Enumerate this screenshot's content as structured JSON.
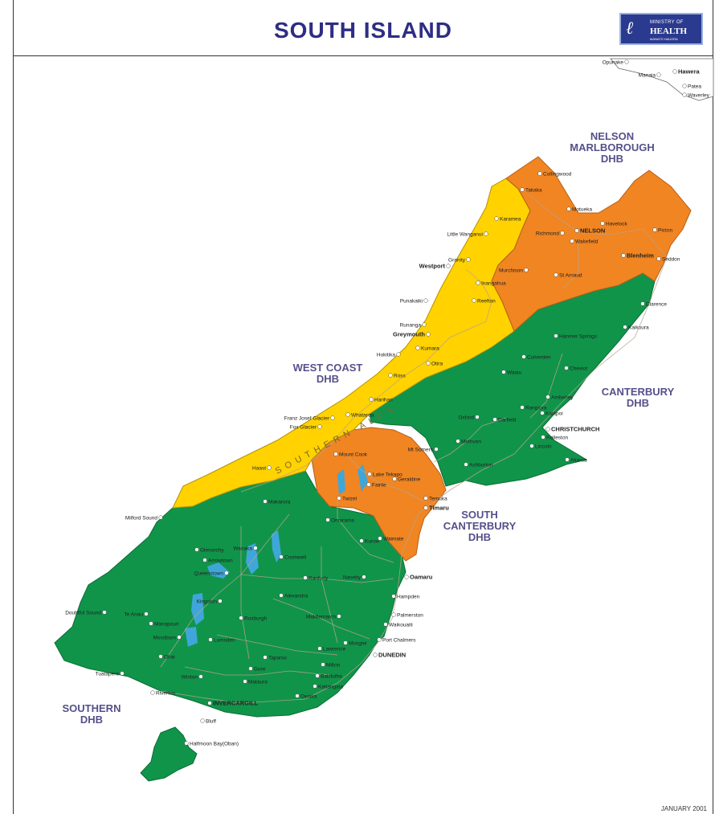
{
  "header": {
    "title": "SOUTH ISLAND",
    "logo": {
      "line1": "MINISTRY OF",
      "line2": "HEALTH",
      "line3": "MANATŪ HAUORA"
    }
  },
  "regions": [
    {
      "id": "nelson",
      "label_lines": [
        "NELSON",
        "MARLBOROUGH",
        "DHB"
      ],
      "color": "#f08522"
    },
    {
      "id": "westcoast",
      "label_lines": [
        "WEST COAST",
        "DHB"
      ],
      "color": "#ffd200"
    },
    {
      "id": "canterbury",
      "label_lines": [
        "CANTERBURY",
        "DHB"
      ],
      "color": "#10944a"
    },
    {
      "id": "southcanterbury",
      "label_lines": [
        "SOUTH",
        "CANTERBURY",
        "DHB"
      ],
      "color": "#f08522"
    },
    {
      "id": "southern",
      "label_lines": [
        "SOUTHERN",
        "DHB"
      ],
      "color": "#10944a"
    }
  ],
  "towns": {
    "collingwood": "Collingwood",
    "takaka": "Takaka",
    "motueka": "Motueka",
    "karamea": "Karamea",
    "little_wanganui": "Little Wanganui",
    "havelock": "Havelock",
    "picton": "Picton",
    "nelson": "NELSON",
    "richmond": "Richmond",
    "wakefield": "Wakefield",
    "granity": "Granity",
    "westport": "Westport",
    "blenheim": "Blenheim",
    "seddon": "Seddon",
    "murchison": "Murchison",
    "st_arnaud": "St Arnaud",
    "inangahua": "Inangahua",
    "punakaiki": "Punakaiki",
    "reefton": "Reefton",
    "clarence": "Clarence",
    "runanga": "Runanga",
    "greymouth": "Greymouth",
    "kaikoura": "Kaikoura",
    "kumara": "Kumara",
    "hanmer": "Hanmer Springs",
    "hokitika": "Hokitika",
    "otira": "Otira",
    "culverden": "Culverden",
    "cheviot": "Cheviot",
    "ross": "Ross",
    "waiau": "Waiau",
    "harihari": "Harihari",
    "amberley": "Amberley",
    "whataroa": "Whataroa",
    "rangiora": "Rangiora",
    "kaiapoi": "Kaiapoi",
    "franz_josef": "Franz Josef Glacier",
    "oxford": "Oxford",
    "darfield": "Darfield",
    "fox_glacier": "Fox Glacier",
    "christchurch": "CHRISTCHURCH",
    "rolleston": "Rolleston",
    "methven": "Methven",
    "mt_somers": "Mt Somers",
    "lincoln": "Lincoln",
    "akaroa": "Akaroa",
    "ashburton": "Ashburton",
    "haast": "Haast",
    "mount_cook": "Mount Cook",
    "lake_tekapo": "Lake Tekapo",
    "geraldine": "Geraldine",
    "fairlie": "Fairlie",
    "twizel": "Twizel",
    "temuka": "Temuka",
    "timaru": "Timaru",
    "makarora": "Makarora",
    "milford": "Milford Sound",
    "omarama": "Omarama",
    "kurow": "Kurow",
    "waimate": "Waimate",
    "wanaka": "Wanaka",
    "glenorchy": "Glenorchy",
    "arrowtown": "Arrowtown",
    "cromwell": "Cromwell",
    "queenstown": "Queenstown",
    "naseby": "Naseby",
    "ranfurly": "Ranfurly",
    "oamaru": "Oamaru",
    "palmerston": "Palmerston",
    "alexandra": "Alexandra",
    "kingston": "Kingston",
    "hampden": "Hampden",
    "doubtful": "Doubtful Sound",
    "te_anau": "Te Anau",
    "manapouri": "Manapouri",
    "roxburgh": "Roxburgh",
    "middlemarch": "Middlemarch",
    "waikouaiti": "Waikouaiti",
    "mossburn": "Mossburn",
    "lumsden": "Lumsden",
    "port_chalmers": "Port Chalmers",
    "dunedin": "DUNEDIN",
    "mosgiel": "Mosgiel",
    "lawrence": "Lawrence",
    "ohai": "Ohai",
    "tapanui": "Tapanui",
    "milton": "Milton",
    "winton": "Winton",
    "gore": "Gore",
    "mataura": "Mataura",
    "balclutha": "Balclutha",
    "tuatapere": "Tuatapere",
    "riverton": "Riverton",
    "invercargill": "INVERCARGILL",
    "kaitangata": "Kaitangata",
    "owaka": "Owaka",
    "bluff": "Bluff",
    "halfmoon_bay": "Halfmoon Bay(Oban)",
    "opunake": "Opunake",
    "hawera": "Hawera",
    "manaia": "Manaia",
    "patea": "Patea",
    "waverley": "Waverley"
  },
  "footer": {
    "date": "JANUARY 2001"
  },
  "colors": {
    "title": "#2e2d84",
    "label": "#55508a",
    "sea": "#ffffff",
    "water": "#3fa6d9",
    "road": "#b9a38c"
  }
}
